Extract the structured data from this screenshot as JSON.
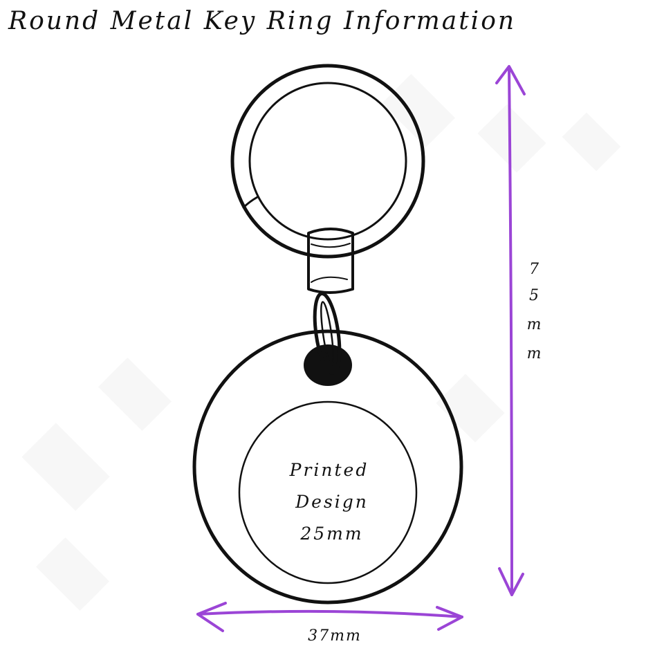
{
  "title": "Round Metal Key Ring Information",
  "design_label": {
    "line1": "Printed",
    "line2": "Design",
    "line3": "25mm"
  },
  "dimensions": {
    "height_label": "75mm",
    "height_chars": [
      "7",
      "5",
      "m",
      "m"
    ],
    "width_label": "37mm"
  },
  "colors": {
    "outline": "#111111",
    "dimension_arrow": "#9b45d6",
    "background": "#ffffff"
  }
}
